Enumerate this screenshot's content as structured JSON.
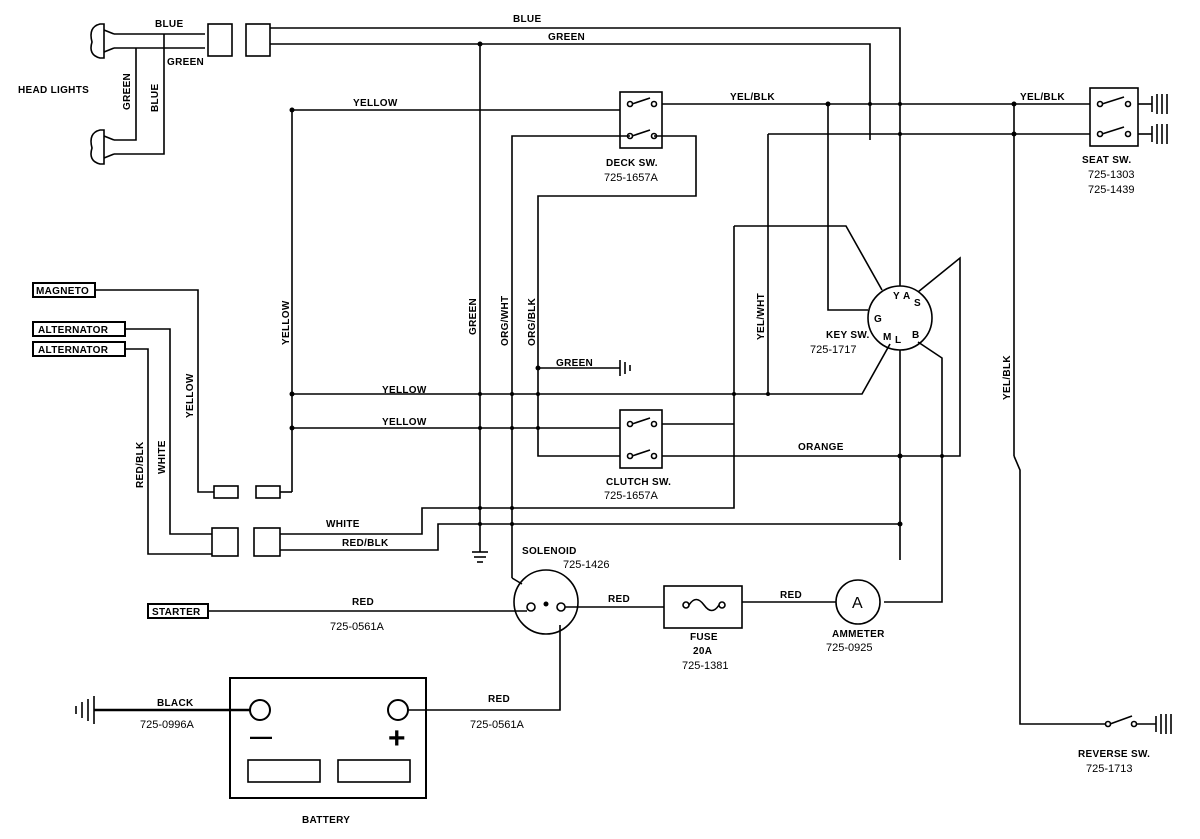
{
  "headlights": {
    "label": "HEAD LIGHTS"
  },
  "wires": {
    "blue": "BLUE",
    "green": "GREEN",
    "yellow": "YELLOW",
    "yel_blk": "YEL/BLK",
    "yel_wht": "YEL/WHT",
    "org_wht": "ORG/WHT",
    "org_blk": "ORG/BLK",
    "white": "WHITE",
    "red_blk": "RED/BLK",
    "orange": "ORANGE",
    "red": "RED",
    "black": "BLACK"
  },
  "components": {
    "deck_switch": {
      "label": "DECK SW.",
      "part": "725-1657A"
    },
    "seat_switch": {
      "label": "SEAT SW.",
      "part1": "725-1303",
      "part2": "725-1439"
    },
    "key_switch": {
      "label": "KEY SW.",
      "part": "725-1717",
      "terminals": {
        "y": "Y",
        "a": "A",
        "s": "S",
        "g": "G",
        "m": "M",
        "l": "L",
        "b": "B"
      }
    },
    "clutch_switch": {
      "label": "CLUTCH SW.",
      "part": "725-1657A"
    },
    "solenoid": {
      "label": "SOLENOID",
      "part": "725-1426"
    },
    "fuse": {
      "label": "FUSE",
      "rating": "20A",
      "part": "725-1381"
    },
    "ammeter": {
      "label": "AMMETER",
      "part": "725-0925",
      "symbol": "A"
    },
    "reverse_switch": {
      "label": "REVERSE SW.",
      "part": "725-1713"
    },
    "battery": {
      "label": "BATTERY",
      "minus": "—",
      "plus": "+"
    }
  },
  "tags": {
    "magneto": "MAGNETO",
    "alternator1": "ALTERNATOR",
    "alternator2": "ALTERNATOR",
    "starter": "STARTER"
  },
  "part_numbers": {
    "starter_cable": "725-0561A",
    "ground_cable": "725-0996A",
    "battery_cable": "725-0561A"
  }
}
